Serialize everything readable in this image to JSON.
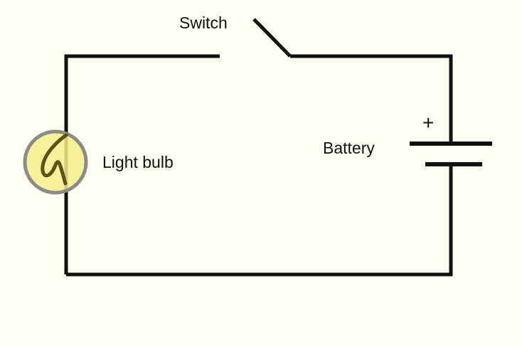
{
  "diagram": {
    "labels": {
      "switch": "Switch",
      "battery": "Battery",
      "light_bulb": "Light bulb",
      "battery_positive": "+"
    },
    "switch_state": "open",
    "colors": {
      "background": "#FEFEF2",
      "wire": "#111111",
      "bulb_fill": "#F4F08A",
      "bulb_ring": "#8C8C86",
      "filament": "#5A5216"
    },
    "icons": {
      "bulb": "light-bulb-icon",
      "battery": "battery-icon",
      "switch": "switch-icon"
    }
  }
}
